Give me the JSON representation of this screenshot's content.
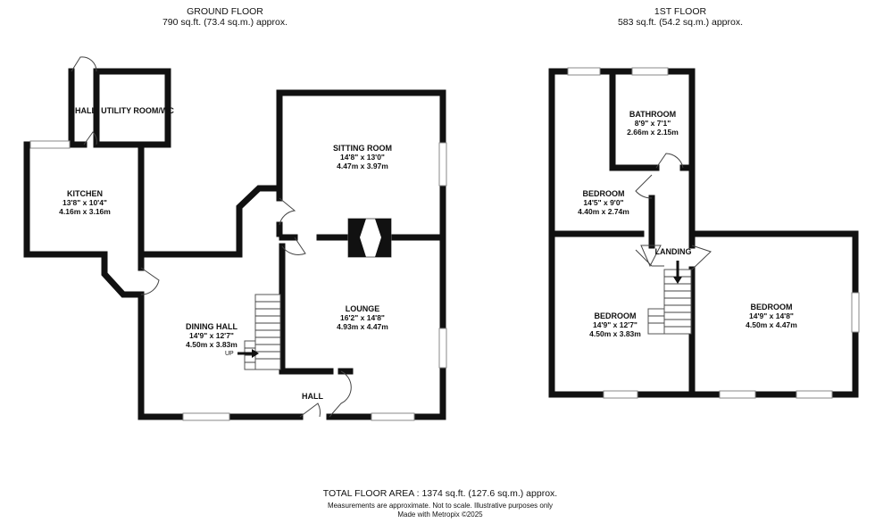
{
  "ground_floor": {
    "title": "GROUND FLOOR",
    "area": "790 sq.ft. (73.4 sq.m.) approx.",
    "rooms": [
      {
        "name": "SITTING ROOM",
        "dim_imperial": "14'8\" x 13'0\"",
        "dim_metric": "4.47m x 3.97m"
      },
      {
        "name": "KITCHEN",
        "dim_imperial": "13'8\" x 10'4\"",
        "dim_metric": "4.16m x 3.16m"
      },
      {
        "name": "LOUNGE",
        "dim_imperial": "16'2\" x 14'8\"",
        "dim_metric": "4.93m x 4.47m"
      },
      {
        "name": "DINING HALL",
        "dim_imperial": "14'9\" x 12'7\"",
        "dim_metric": "4.50m x 3.83m"
      }
    ],
    "labels": {
      "hall_top": "HALL",
      "utility": "UTILITY ROOM/WC",
      "hall_bottom": "HALL",
      "up": "UP"
    }
  },
  "first_floor": {
    "title": "1ST FLOOR",
    "area": "583 sq.ft. (54.2 sq.m.) approx.",
    "rooms": [
      {
        "name": "BATHROOM",
        "dim_imperial": "8'9\" x 7'1\"",
        "dim_metric": "2.66m x 2.15m"
      },
      {
        "name": "BEDROOM",
        "dim_imperial": "14'5\" x 9'0\"",
        "dim_metric": "4.40m x 2.74m"
      },
      {
        "name": "BEDROOM",
        "dim_imperial": "14'9\" x 12'7\"",
        "dim_metric": "4.50m x 3.83m"
      },
      {
        "name": "BEDROOM",
        "dim_imperial": "14'9\" x 14'8\"",
        "dim_metric": "4.50m x 4.47m"
      }
    ],
    "labels": {
      "landing": "LANDING"
    }
  },
  "footer": {
    "total": "TOTAL FLOOR AREA : 1374 sq.ft. (127.6 sq.m.) approx.",
    "disclaimer": "Measurements are approximate.  Not to scale.  Illustrative purposes only",
    "credit": "Made with Metropix ©2025"
  }
}
